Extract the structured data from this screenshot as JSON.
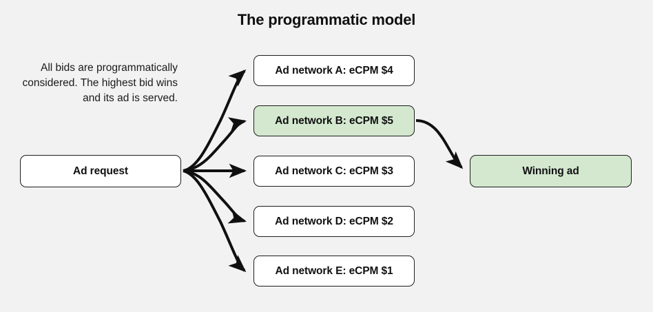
{
  "title": "The programmatic model",
  "description": "All bids are programmatically considered. The highest bid wins and its ad is served.",
  "colors": {
    "background": "#f2f2f2",
    "node_fill": "#ffffff",
    "highlight_fill": "#d4e8d0",
    "stroke": "#1d1d1d",
    "text": "#101010"
  },
  "nodes": {
    "ad_request": {
      "label": "Ad request",
      "highlighted": false
    },
    "winning_ad": {
      "label": "Winning ad",
      "highlighted": true
    },
    "networks": [
      {
        "label": "Ad network A: eCPM $4",
        "network": "A",
        "ecpm": 4,
        "highlighted": false
      },
      {
        "label": "Ad network B: eCPM $5",
        "network": "B",
        "ecpm": 5,
        "highlighted": true
      },
      {
        "label": "Ad network C: eCPM $3",
        "network": "C",
        "ecpm": 3,
        "highlighted": false
      },
      {
        "label": "Ad network D: eCPM $2",
        "network": "D",
        "ecpm": 2,
        "highlighted": false
      },
      {
        "label": "Ad network E: eCPM $1",
        "network": "E",
        "ecpm": 1,
        "highlighted": false
      }
    ]
  },
  "edges": [
    {
      "from": "ad_request",
      "to": "network_a"
    },
    {
      "from": "ad_request",
      "to": "network_b"
    },
    {
      "from": "ad_request",
      "to": "network_c"
    },
    {
      "from": "ad_request",
      "to": "network_d"
    },
    {
      "from": "ad_request",
      "to": "network_e"
    },
    {
      "from": "network_b",
      "to": "winning_ad"
    }
  ]
}
